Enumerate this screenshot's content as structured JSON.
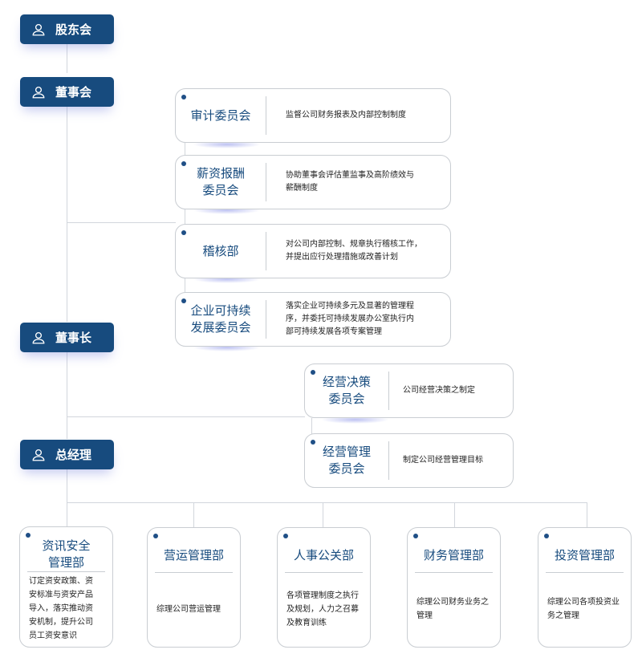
{
  "executives": {
    "shareholders": "股东会",
    "board": "董事会",
    "chairman": "董事长",
    "gm": "总经理"
  },
  "board_units": [
    {
      "title": "审计委员会",
      "desc": "监督公司财务报表及内部控制制度"
    },
    {
      "title": "薪资报酬\n委员会",
      "desc": "协助董事会评估董监事及高阶绩效与\n薪酬制度"
    },
    {
      "title": "稽核部",
      "desc": "对公司内部控制、规章执行稽核工作，\n并提出应行处理措施或改善计划"
    },
    {
      "title": "企业可持续\n发展委员会",
      "desc": "落实企业可持续多元及显著的管理程\n序，并委托可持续发展办公室执行内\n部可持续发展各项专案管理"
    }
  ],
  "chairman_units": [
    {
      "title": "经营决策\n委员会",
      "desc": "公司经营决策之制定"
    },
    {
      "title": "经营管理\n委员会",
      "desc": "制定公司经营管理目标"
    }
  ],
  "departments": [
    {
      "title": "资讯安全\n管理部",
      "desc": "订定资安政策、资\n安标准与资安产品\n导入，落实推动资\n安机制，提升公司\n员工资安意识"
    },
    {
      "title": "营运管理部",
      "desc": "综理公司营运管理"
    },
    {
      "title": "人事公关部",
      "desc": "各项管理制度之执行\n及规划，人力之召募\n及教育训练"
    },
    {
      "title": "财务管理部",
      "desc": "综理公司财务业务之\n管理"
    },
    {
      "title": "投资管理部",
      "desc": "综理公司各项投资业\n务之管理"
    }
  ],
  "icons": {
    "executive": "user-icon"
  },
  "colors": {
    "primary": "#174b7e",
    "line": "#d2d6dc",
    "glow": "#6e78e1"
  }
}
